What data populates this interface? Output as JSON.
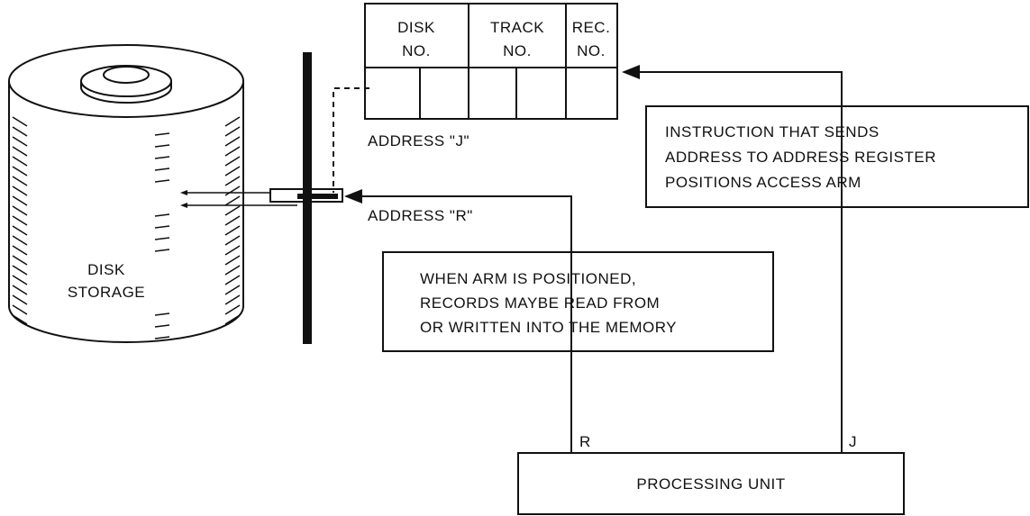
{
  "address_register": {
    "headers": [
      {
        "line1": "DISK",
        "line2": "NO."
      },
      {
        "line1": "TRACK",
        "line2": "NO."
      },
      {
        "line1": "REC.",
        "line2": "NO."
      }
    ]
  },
  "labels": {
    "address_j": "ADDRESS \"J\"",
    "address_r": "ADDRESS \"R\"",
    "disk_storage_1": "DISK",
    "disk_storage_2": "STORAGE",
    "line_r": "R",
    "line_j": "J"
  },
  "boxes": {
    "instruction": [
      "INSTRUCTION THAT SENDS",
      "ADDRESS TO ADDRESS REGISTER",
      "POSITIONS ACCESS ARM"
    ],
    "arm_positioned": [
      "WHEN ARM IS POSITIONED,",
      "RECORDS MAYBE READ FROM",
      "OR WRITTEN  INTO THE MEMORY"
    ],
    "processing_unit": "PROCESSING UNIT"
  }
}
